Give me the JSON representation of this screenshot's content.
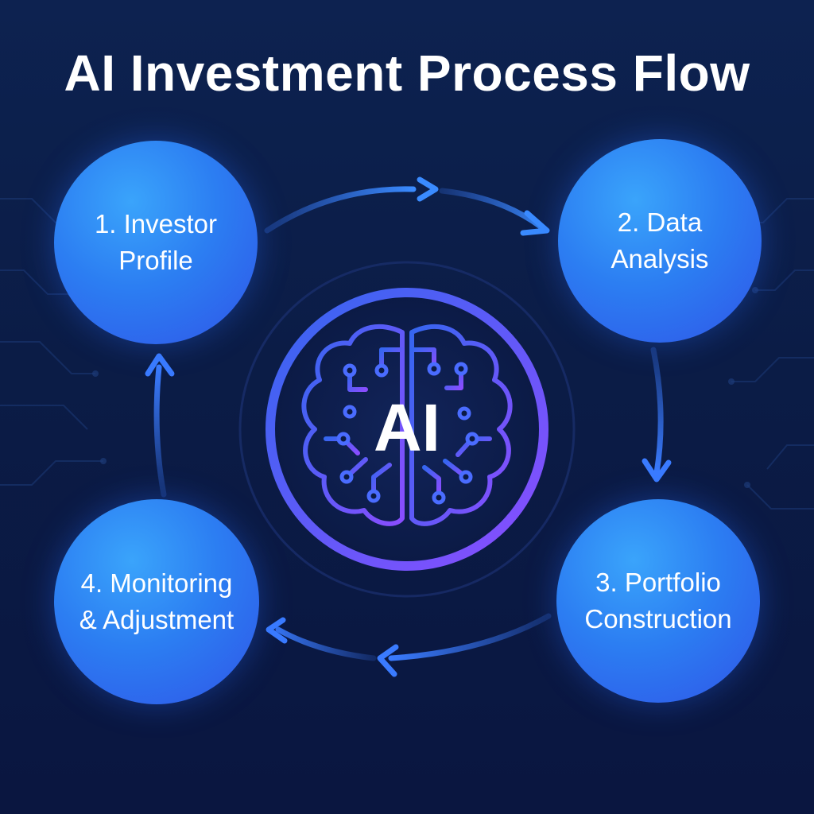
{
  "title": "AI Investment Process Flow",
  "center_label": "AI",
  "steps": [
    {
      "line1": "1. Investor",
      "line2": "Profile"
    },
    {
      "line1": "2. Data",
      "line2": "Analysis"
    },
    {
      "line1": "3. Portfolio",
      "line2": "Construction"
    },
    {
      "line1": "4. Monitoring",
      "line2": "& Adjustment"
    }
  ],
  "colors": {
    "background": "#0b1c46",
    "circle_fill": "#2c7ef2",
    "accent_purple": "#7b4dff",
    "arrow": "#3a7bff",
    "text": "#ffffff"
  },
  "icons": [
    "brain-circuit-icon",
    "flow-arrow-icon"
  ]
}
